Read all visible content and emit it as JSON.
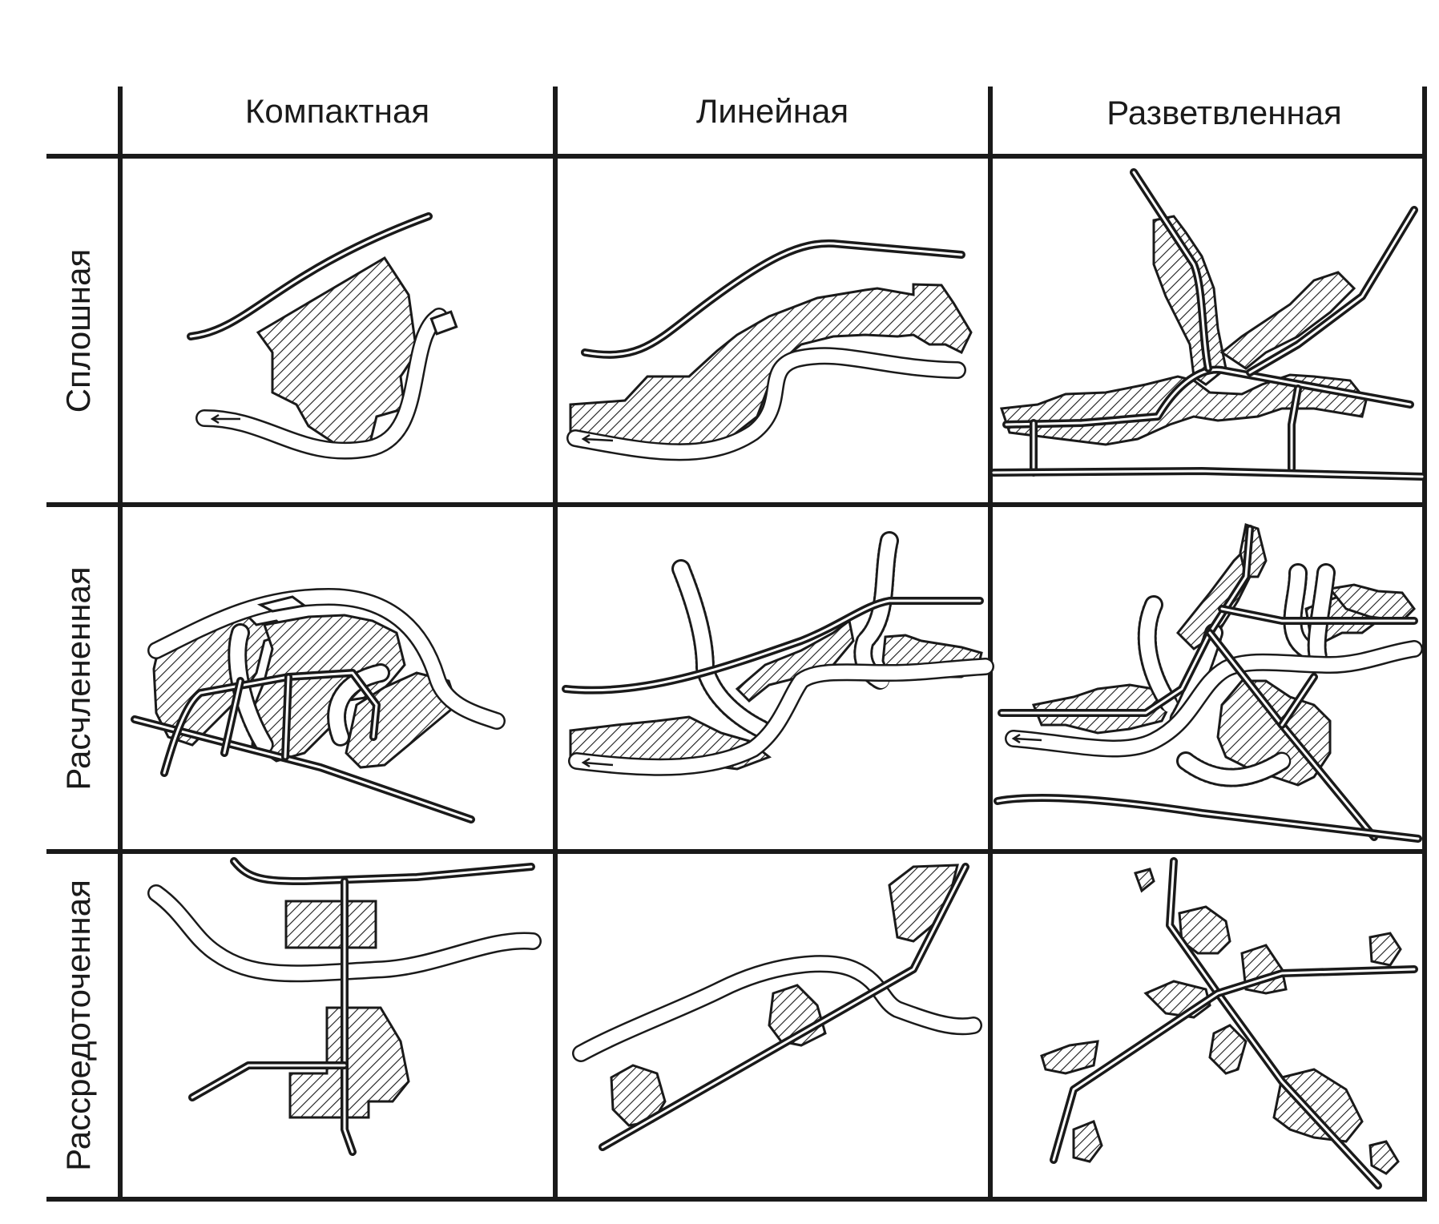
{
  "columns": [
    "Компактная",
    "Линейная",
    "Разветвленная"
  ],
  "rows": [
    "Сплошная",
    "Расчлененная",
    "Рассредоточенная"
  ],
  "colors": {
    "ink": "#1a1a1a",
    "background": "#ffffff"
  }
}
